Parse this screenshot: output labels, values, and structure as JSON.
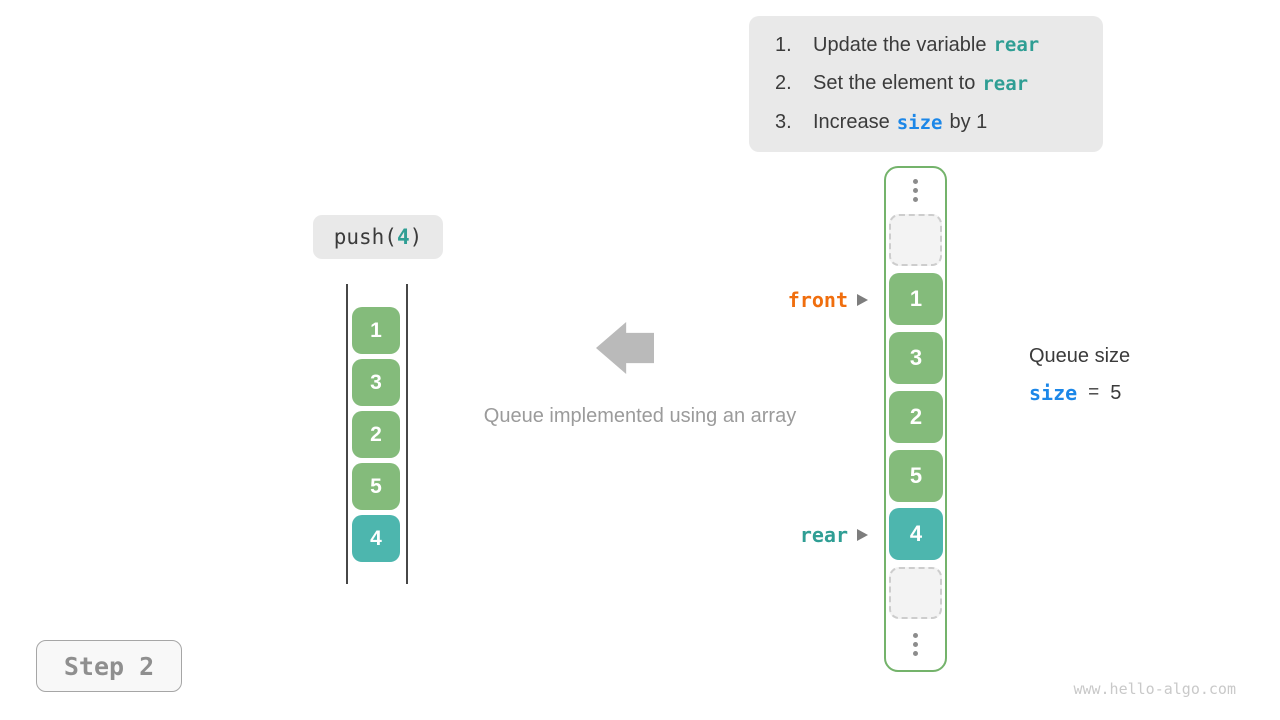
{
  "watermark": "www.hello-algo.com",
  "colors": {
    "cell_green": "#84bb7b",
    "cell_teal": "#4db6ae",
    "code_teal": "#2f9e94",
    "code_blue": "#1c87e8",
    "front_orange": "#f06e0e",
    "panel_gray": "#e9e9e9",
    "arrow_gray": "#bababa",
    "array_border_green": "#74b36b"
  },
  "instruction_panel": {
    "items": [
      {
        "num": "1.",
        "pre": "Update the variable",
        "code": "rear",
        "post": ""
      },
      {
        "num": "2.",
        "pre": "Set the element to",
        "code": "rear",
        "post": ""
      },
      {
        "num": "3.",
        "pre": "Increase",
        "code": "size",
        "post": "by 1"
      }
    ]
  },
  "push_call": {
    "prefix": "push(",
    "arg": "4",
    "suffix": ")"
  },
  "abstract_queue": {
    "cells": [
      "1",
      "3",
      "2",
      "5",
      "4"
    ]
  },
  "caption": "Queue implemented using an array",
  "array_view": {
    "cells": [
      "1",
      "3",
      "2",
      "5",
      "4"
    ],
    "front_label": "front",
    "rear_label": "rear"
  },
  "queue_size": {
    "title": "Queue size",
    "var": "size",
    "eq": "=",
    "value": "5"
  },
  "step_badge": "Step 2"
}
